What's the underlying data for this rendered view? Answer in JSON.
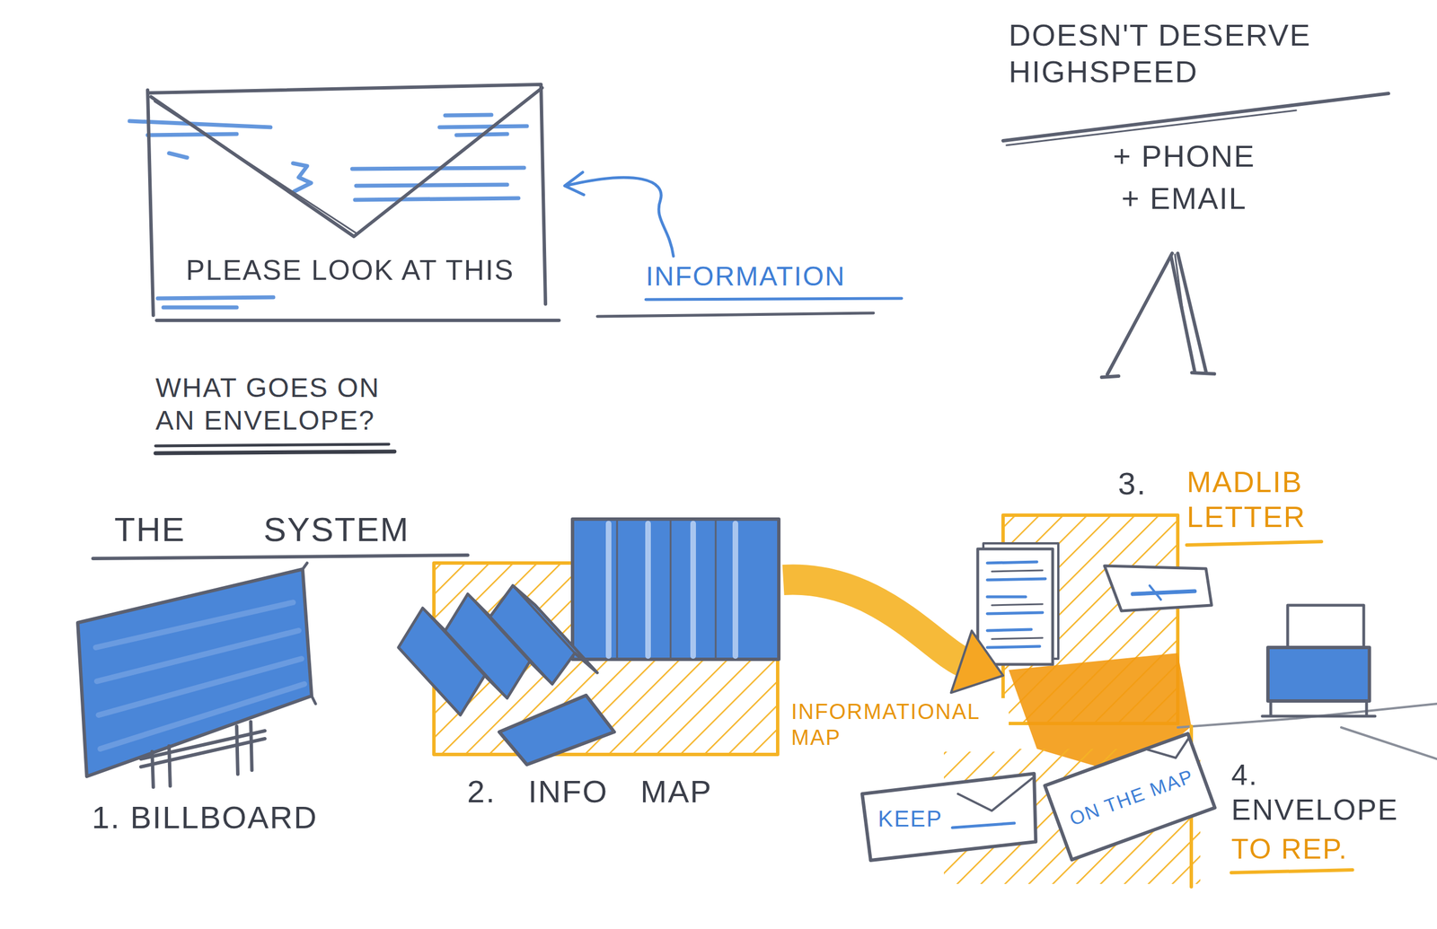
{
  "diagram": {
    "nodes": [
      {
        "text": [
          "PLEASE LOOK AT THIS"
        ]
      },
      {
        "text": [
          "1. BILLBOARD"
        ]
      },
      {
        "text": [
          "2. INFO MAP"
        ]
      },
      {
        "text": [
          "3.",
          "MADLIB LETTER"
        ]
      },
      {
        "text": [
          "KEEP"
        ]
      },
      {
        "text": [
          "ON THE MAP"
        ]
      }
    ],
    "edges": [
      {
        "from": 2,
        "to": 3,
        "arrow": "to",
        "label": "INFORMATIONAL MAP"
      }
    ],
    "labels": [
      "INFORMATION",
      "DOESN'T DESERVE HIGHSPEED",
      "+ PHONE",
      "+ EMAIL",
      "WHAT GOES ON AN ENVELOPE?",
      "THE SYSTEM",
      "4. ENVELOPE",
      "TO REP."
    ]
  }
}
